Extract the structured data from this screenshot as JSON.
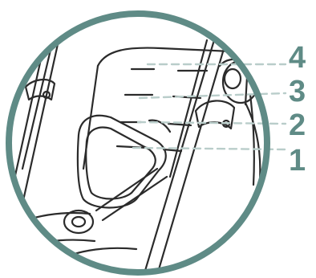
{
  "colors": {
    "frame": "#5f8b86",
    "leader": "#b9cdca",
    "line_art": "#2b2b2b",
    "label": "#5f8b86",
    "background": "#ffffff"
  },
  "labels": [
    {
      "id": "4",
      "text": "4"
    },
    {
      "id": "3",
      "text": "3"
    },
    {
      "id": "2",
      "text": "2"
    },
    {
      "id": "1",
      "text": "1"
    }
  ]
}
